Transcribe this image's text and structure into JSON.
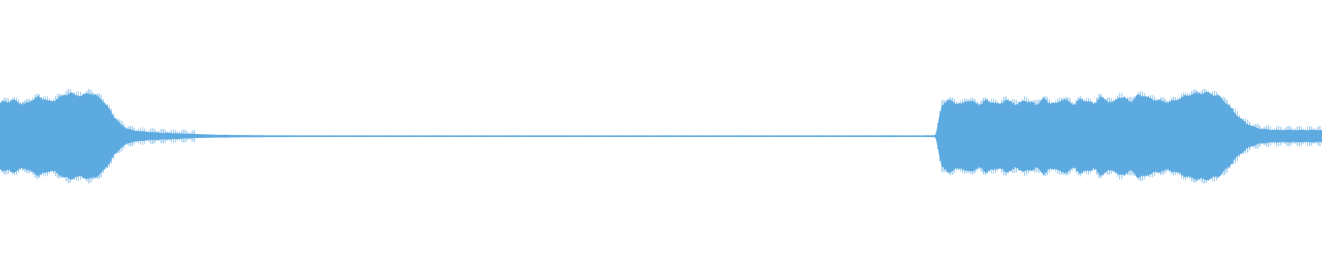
{
  "waveform": {
    "color": "#5DAAE0",
    "background": "#FFFFFF",
    "envelope": [
      0.46,
      0.48,
      0.5,
      0.47,
      0.44,
      0.5,
      0.54,
      0.52,
      0.47,
      0.52,
      0.56,
      0.6,
      0.57,
      0.56,
      0.6,
      0.57,
      0.52,
      0.41,
      0.28,
      0.17,
      0.11,
      0.08,
      0.07,
      0.06,
      0.055,
      0.05,
      0.045,
      0.045,
      0.04,
      0.035,
      0.03,
      0.03,
      0.025,
      0.025,
      0.02,
      0.02,
      0.02,
      0.018,
      0.016,
      0.015,
      0.015,
      0.014,
      0.013,
      0.012,
      0.012,
      0.012,
      0.011,
      0.011,
      0.01,
      0.01,
      0.01,
      0.01,
      0.01,
      0.01,
      0.01,
      0.01,
      0.01,
      0.01,
      0.01,
      0.01,
      0.01,
      0.01,
      0.01,
      0.01,
      0.01,
      0.01,
      0.01,
      0.01,
      0.01,
      0.01,
      0.01,
      0.01,
      0.01,
      0.01,
      0.01,
      0.01,
      0.01,
      0.01,
      0.01,
      0.01,
      0.01,
      0.01,
      0.01,
      0.01,
      0.01,
      0.01,
      0.01,
      0.01,
      0.01,
      0.01,
      0.01,
      0.01,
      0.01,
      0.01,
      0.01,
      0.01,
      0.01,
      0.01,
      0.01,
      0.01,
      0.01,
      0.01,
      0.01,
      0.01,
      0.01,
      0.01,
      0.01,
      0.01,
      0.01,
      0.01,
      0.01,
      0.01,
      0.01,
      0.01,
      0.01,
      0.01,
      0.01,
      0.01,
      0.01,
      0.01,
      0.01,
      0.01,
      0.01,
      0.01,
      0.01,
      0.01,
      0.01,
      0.01,
      0.01,
      0.01,
      0.01,
      0.01,
      0.01,
      0.01,
      0.01,
      0.01,
      0.01,
      0.01,
      0.01,
      0.01,
      0.012,
      0.012,
      0.01,
      0.01,
      0.01,
      0.01,
      0.01,
      0.012,
      0.015,
      0.44,
      0.5,
      0.47,
      0.44,
      0.5,
      0.47,
      0.44,
      0.5,
      0.47,
      0.44,
      0.5,
      0.47,
      0.44,
      0.5,
      0.47,
      0.44,
      0.52,
      0.47,
      0.44,
      0.52,
      0.48,
      0.44,
      0.52,
      0.48,
      0.45,
      0.54,
      0.5,
      0.46,
      0.55,
      0.52,
      0.48,
      0.57,
      0.56,
      0.52,
      0.5,
      0.48,
      0.47,
      0.5,
      0.54,
      0.57,
      0.59,
      0.6,
      0.6,
      0.58,
      0.54,
      0.46,
      0.36,
      0.26,
      0.19,
      0.14,
      0.11,
      0.095,
      0.09,
      0.085,
      0.085,
      0.085,
      0.085,
      0.085,
      0.085,
      0.085,
      0.085
    ]
  }
}
